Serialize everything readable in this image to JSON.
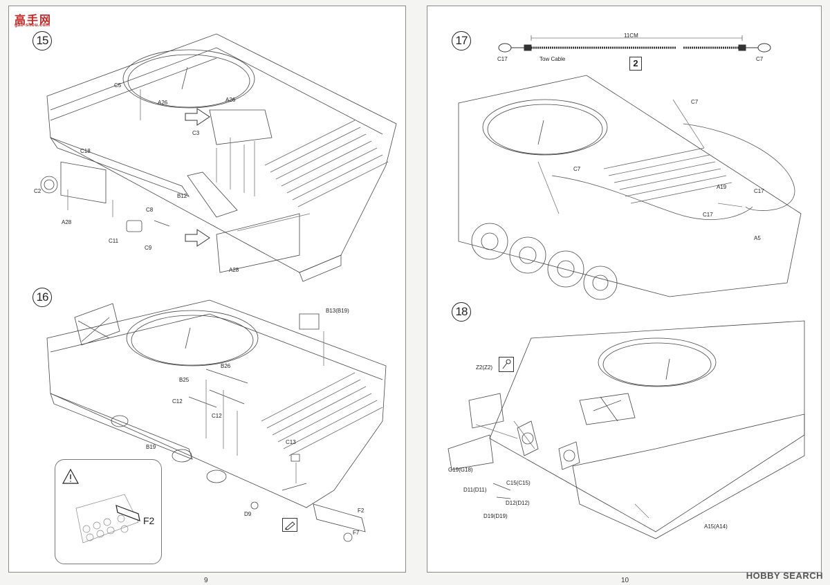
{
  "header": {
    "logo_glyphs": "高手网",
    "logo_site": "gao-shou.com",
    "watermark": "HOBBY SEARCH"
  },
  "left_page": {
    "page_number": "9",
    "steps": [
      {
        "number": "15",
        "labels": [
          "C5",
          "A26",
          "A26",
          "C3",
          "C18",
          "C2",
          "A28",
          "B12",
          "C8",
          "C11",
          "C9",
          "A28"
        ]
      },
      {
        "number": "16",
        "labels": [
          "B13(B19)",
          "B26",
          "B25",
          "C12",
          "C12",
          "B19",
          "C13",
          "D9",
          "F2",
          "F7"
        ]
      }
    ],
    "warning": {
      "icon": "warning-triangle-icon",
      "callout_label": "F2"
    }
  },
  "right_page": {
    "page_number": "10",
    "steps": [
      {
        "number": "17",
        "labels": [
          "C17",
          "Tow Cable",
          "11CM",
          "C7",
          "C7",
          "C7",
          "A19",
          "C17",
          "C17",
          "A5"
        ],
        "quantity_badge": "2"
      },
      {
        "number": "18",
        "labels": [
          "Z2(Z2)",
          "G19(G18)",
          "C15(C15)",
          "D11(D11)",
          "D12(D12)",
          "D19(D19)",
          "A15(A14)"
        ]
      }
    ]
  },
  "icons": {
    "arrow": "hollow-arrow-icon",
    "glue": "glue-icon",
    "paint": "paint-icon"
  }
}
